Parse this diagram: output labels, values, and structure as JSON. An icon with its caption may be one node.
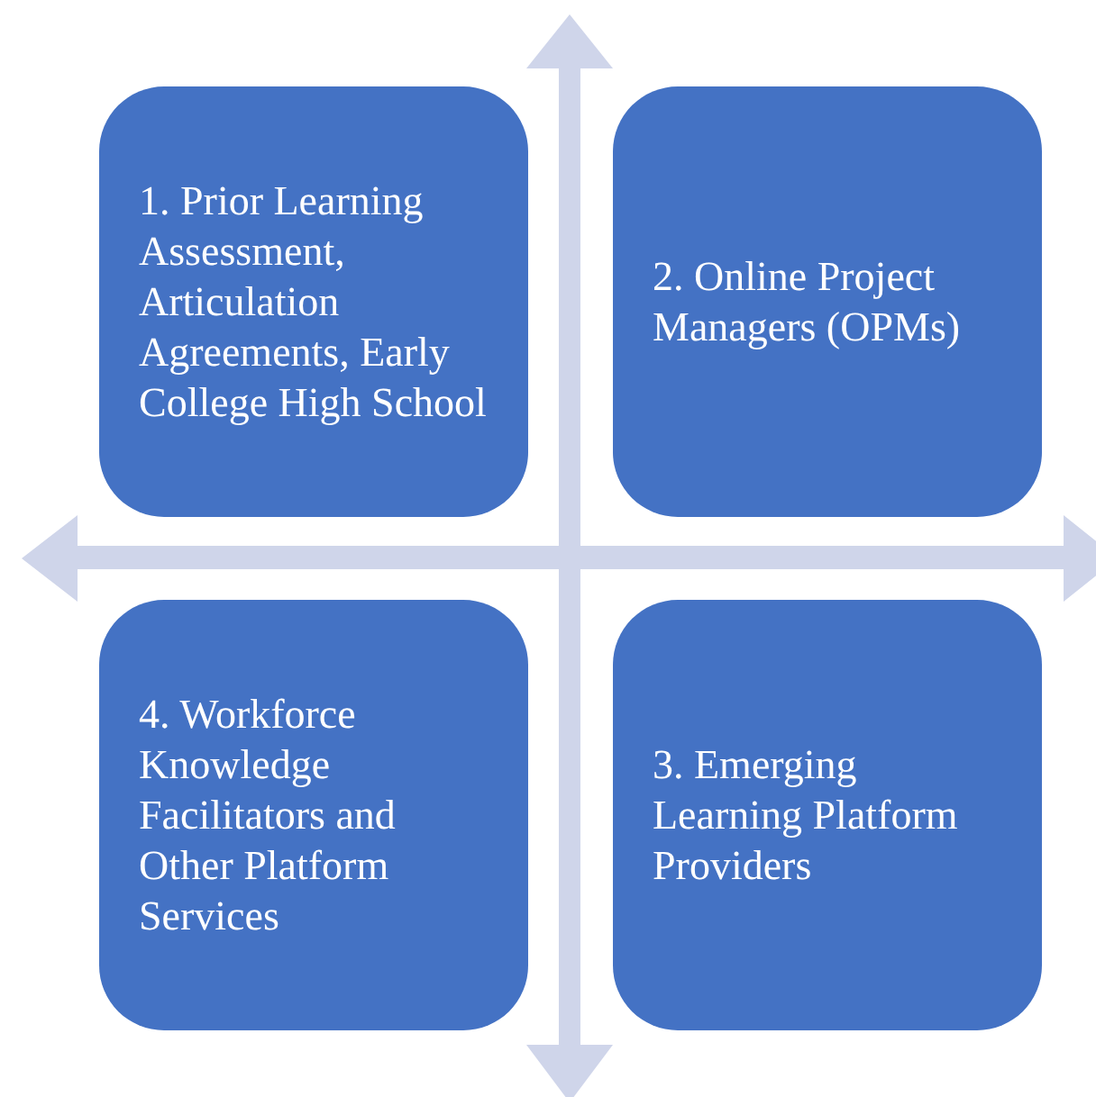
{
  "diagram": {
    "nodes": [
      {
        "text": [
          "1. Prior Learning Assessment, Articulation Agreements, Early College High School"
        ]
      },
      {
        "text": [
          "2. Online Project Managers (OPMs)"
        ]
      },
      {
        "text": [
          "3. Emerging Learning Platform Providers"
        ]
      },
      {
        "text": [
          "4. Workforce Knowledge Facilitators and Other Platform Services"
        ]
      }
    ]
  }
}
